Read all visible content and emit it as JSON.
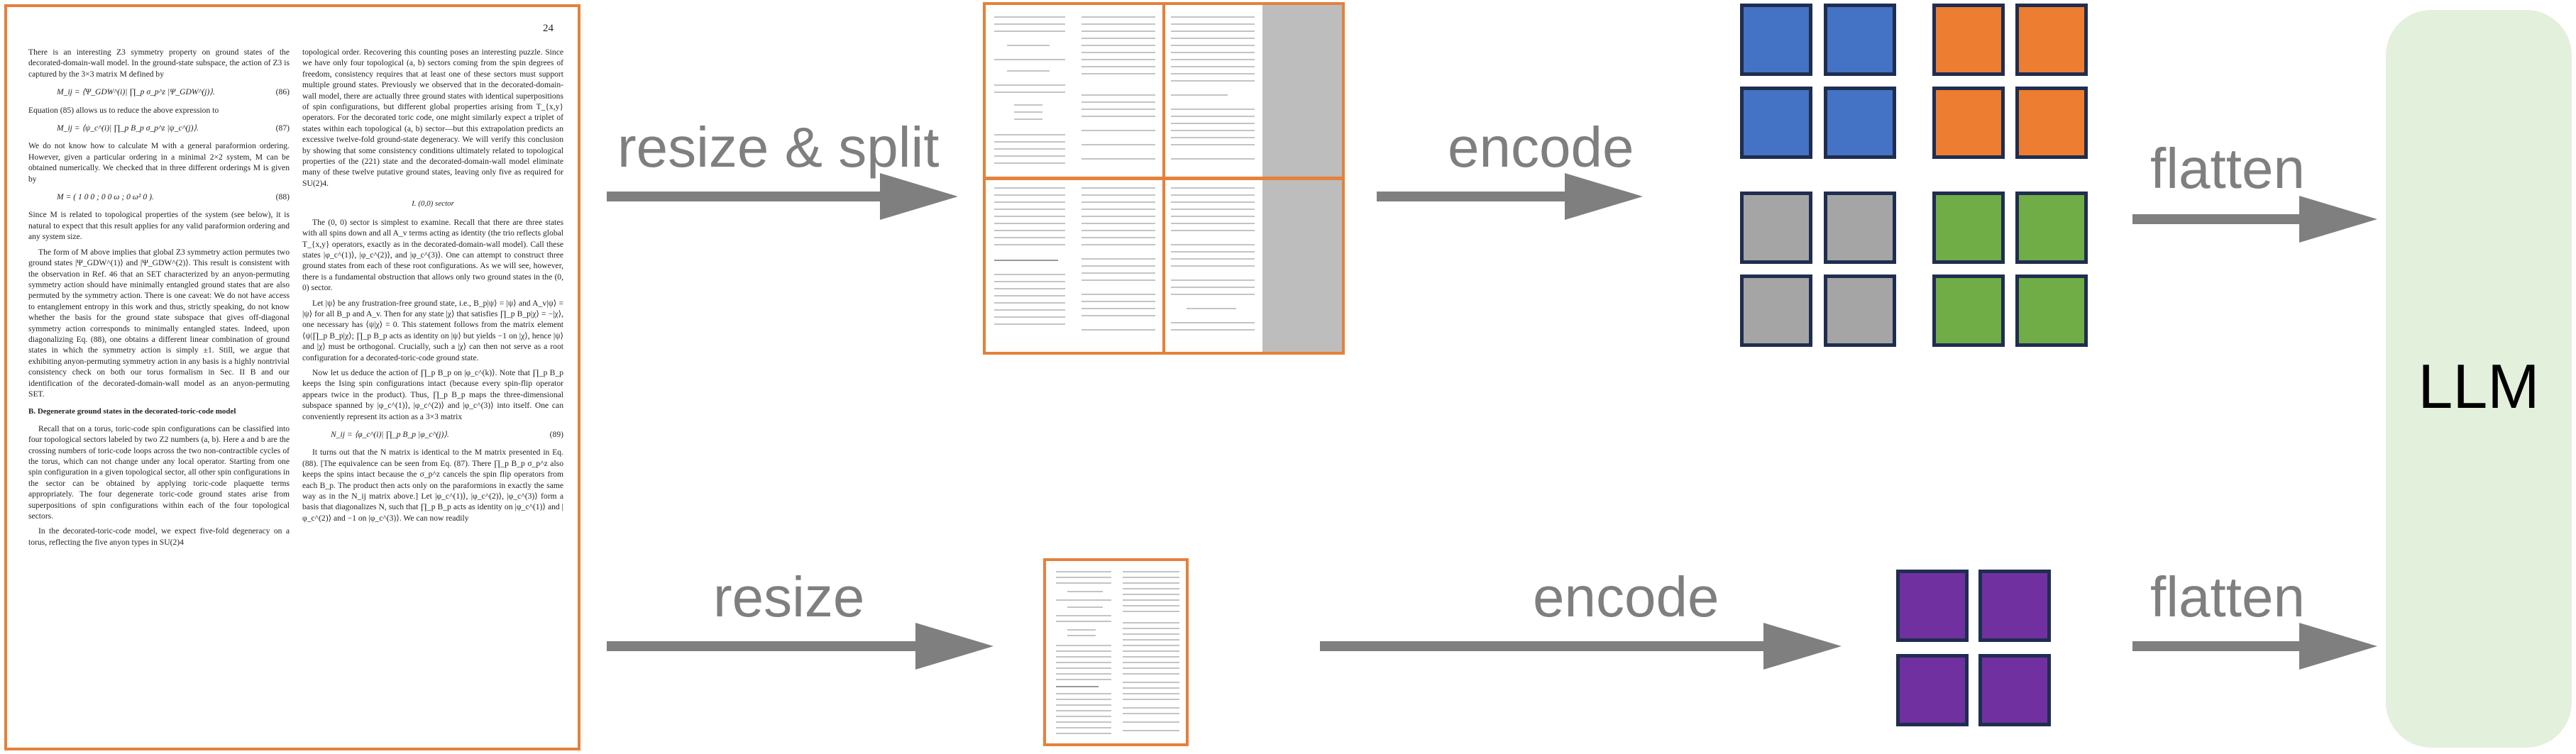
{
  "document": {
    "page_number": "24",
    "left_column": [
      "There is an interesting Z3 symmetry property on ground states of the decorated-domain-wall model. In the ground-state subspace, the action of Z3 is captured by the 3×3 matrix M defined by",
      "Equation (85) allows us to reduce the above expression to",
      "We do not know how to calculate M with a general paraformion ordering. However, given a particular ordering in a minimal 2×2 system, M can be obtained numerically. We checked that in three different orderings M is given by",
      "Since M is related to topological properties of the system (see below), it is natural to expect that this result applies for any valid paraformion ordering and any system size.",
      "The form of M above implies that global Z3 symmetry action permutes two ground states |Ψ_GDW^(1)⟩ and |Ψ_GDW^(2)⟩. This result is consistent with the observation in Ref. 46 that an SET characterized by an anyon-permuting symmetry action should have minimally entangled ground states that are also permuted by the symmetry action. There is one caveat: We do not have access to entanglement entropy in this work and thus, strictly speaking, do not know whether the basis for the ground state subspace that gives off-diagonal symmetry action corresponds to minimally entangled states. Indeed, upon diagonalizing Eq. (88), one obtains a different linear combination of ground states in which the symmetry action is simply ±1. Still, we argue that exhibiting anyon-permuting symmetry action in any basis is a highly nontrivial consistency check on both our torus formalism in Sec. II B and our identification of the decorated-domain-wall model as an anyon-permuting SET.",
      "Recall that on a torus, toric-code spin configurations can be classified into four topological sectors labeled by two Z2 numbers (a, b). Here a and b are the crossing numbers of toric-code loops across the two non-contractible cycles of the torus, which can not change under any local operator. Starting from one spin configuration in a given topological sector, all other spin configurations in the sector can be obtained by applying toric-code plaquette terms appropriately. The four degenerate toric-code ground states arise from superpositions of spin configurations within each of the four topological sectors.",
      "In the decorated-toric-code model, we expect five-fold degeneracy on a torus, reflecting the five anyon types in SU(2)4"
    ],
    "eq86": "M_ij = ⟨Ψ_GDW^(i)| ∏_p σ_p^z |Ψ_GDW^(j)⟩.",
    "eq86_num": "(86)",
    "eq87": "M_ij = ⟨ψ_c^(i)| ∏_p B_p σ_p^z |ψ_c^(j)⟩.",
    "eq87_num": "(87)",
    "eq88": "M = ( 1 0 0 ; 0 0 ω ; 0 ω² 0 ).",
    "eq88_num": "(88)",
    "section_b": "B. Degenerate ground states in the decorated-toric-code model",
    "right_column": [
      "topological order. Recovering this counting poses an interesting puzzle. Since we have only four topological (a, b) sectors coming from the spin degrees of freedom, consistency requires that at least one of these sectors must support multiple ground states. Previously we observed that in the decorated-domain-wall model, there are actually three ground states with identical superpositions of spin configurations, but different global properties arising from T_{x,y} operators. For the decorated toric code, one might similarly expect a triplet of states within each topological (a, b) sector—but this extrapolation predicts an excessive twelve-fold ground-state degeneracy. We will verify this conclusion by showing that some consistency conditions ultimately related to topological properties of the (221) state and the decorated-domain-wall model eliminate many of these twelve putative ground states, leaving only five as required for SU(2)4.",
      "The (0, 0) sector is simplest to examine. Recall that there are three states with all spins down and all A_v terms acting as identity (the trio reflects global T_{x,y} operators, exactly as in the decorated-domain-wall model). Call these states |φ_c^(1)⟩, |φ_c^(2)⟩, and |φ_c^(3)⟩. One can attempt to construct three ground states from each of these root configurations. As we will see, however, there is a fundamental obstruction that allows only two ground states in the (0, 0) sector.",
      "Let |ψ⟩ be any frustration-free ground state, i.e., B_p|ψ⟩ = |ψ⟩ and A_v|ψ⟩ = |ψ⟩ for all B_p and A_v. Then for any state |χ⟩ that satisfies ∏_p B_p|χ⟩ = −|χ⟩, one necessary has ⟨ψ|χ⟩ = 0. This statement follows from the matrix element ⟨ψ|∏_p B_p|χ⟩; ∏_p B_p acts as identity on |ψ⟩ but yields −1 on |χ⟩, hence |ψ⟩ and |χ⟩ must be orthogonal. Crucially, such a |χ⟩ can then not serve as a root configuration for a decorated-toric-code ground state.",
      "Now let us deduce the action of ∏_p B_p on |φ_c^(k)⟩. Note that ∏_p B_p keeps the Ising spin configurations intact (because every spin-flip operator appears twice in the product). Thus, ∏_p B_p maps the three-dimensional subspace spanned by |φ_c^(1)⟩, |φ_c^(2)⟩ and |φ_c^(3)⟩ into itself. One can conveniently represent its action as a 3×3 matrix",
      "It turns out that the N matrix is identical to the M matrix presented in Eq. (88). [The equivalence can be seen from Eq. (87). There ∏_p B_p σ_p^z also keeps the spins intact because the σ_p^z cancels the spin flip operators from each B_p. The product then acts only on the paraformions in exactly the same way as in the N_ij matrix above.] Let |φ_c^(1)⟩, |φ_c^(2)⟩, |φ_c^(3)⟩ form a basis that diagonalizes N, such that ∏_p B_p acts as identity on |φ_c^(1)⟩ and |φ_c^(2)⟩ and −1 on |φ_c^(3)⟩. We can now readily"
    ],
    "section_i": "I. (0,0) sector",
    "eq89": "N_ij = ⟨φ_c^(i)| ∏_p B_p |φ_c^(j)⟩.",
    "eq89_num": "(89)"
  },
  "labels": {
    "resize_split": "resize & split",
    "encode_top": "encode",
    "flatten_top": "flatten",
    "resize": "resize",
    "encode_bottom": "encode",
    "flatten_bottom": "flatten",
    "llm": "LLM"
  },
  "colors": {
    "orange": "#e5813a",
    "blue": "#4472c4",
    "token_orange": "#ed7d31",
    "gray": "#a5a5a5",
    "green": "#70ad47",
    "purple": "#7030a0",
    "border": "#1f2d4f",
    "arrow": "#7f7f7f",
    "llm_bg": "#e3f0db"
  }
}
